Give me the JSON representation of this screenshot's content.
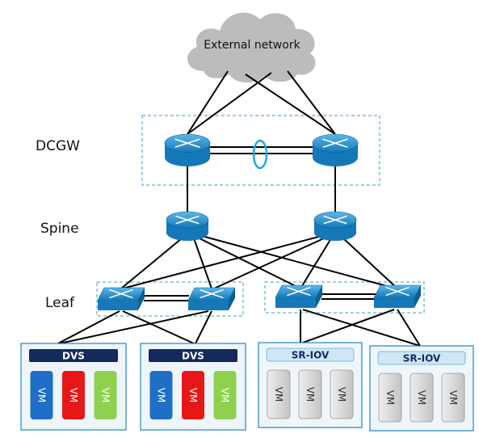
{
  "cloud": {
    "label": "External network"
  },
  "tiers": {
    "dcgw": "DCGW",
    "spine": "Spine",
    "leaf": "Leaf"
  },
  "hosts": [
    {
      "header": "DVS",
      "header_style": "dark",
      "vms": [
        {
          "label": "VM",
          "color": "#1f6fc6"
        },
        {
          "label": "VM",
          "color": "#e81717"
        },
        {
          "label": "VM",
          "color": "#8fd14f"
        }
      ]
    },
    {
      "header": "DVS",
      "header_style": "dark",
      "vms": [
        {
          "label": "VM",
          "color": "#1f6fc6"
        },
        {
          "label": "VM",
          "color": "#e81717"
        },
        {
          "label": "VM",
          "color": "#8fd14f"
        }
      ]
    },
    {
      "header": "SR-IOV",
      "header_style": "light",
      "vms": [
        {
          "label": "VM",
          "color": "#d4d4d4"
        },
        {
          "label": "VM",
          "color": "#d4d4d4"
        },
        {
          "label": "VM",
          "color": "#d4d4d4"
        }
      ]
    },
    {
      "header": "SR-IOV",
      "header_style": "light",
      "vms": [
        {
          "label": "VM",
          "color": "#d4d4d4"
        },
        {
          "label": "VM",
          "color": "#d4d4d4"
        },
        {
          "label": "VM",
          "color": "#d4d4d4"
        }
      ]
    }
  ],
  "colors": {
    "router": "#1a8ccf",
    "switch": "#1a8ccf",
    "dashed_box": "#3aa0c0",
    "host_border": "#1f86c8",
    "host_bg": "#eef6fc",
    "dvs_header": "#152a5c",
    "sriov_header": "#cfe6f7",
    "cloud": "#bcbcbc",
    "lag_ring": "#1fa9e6"
  }
}
